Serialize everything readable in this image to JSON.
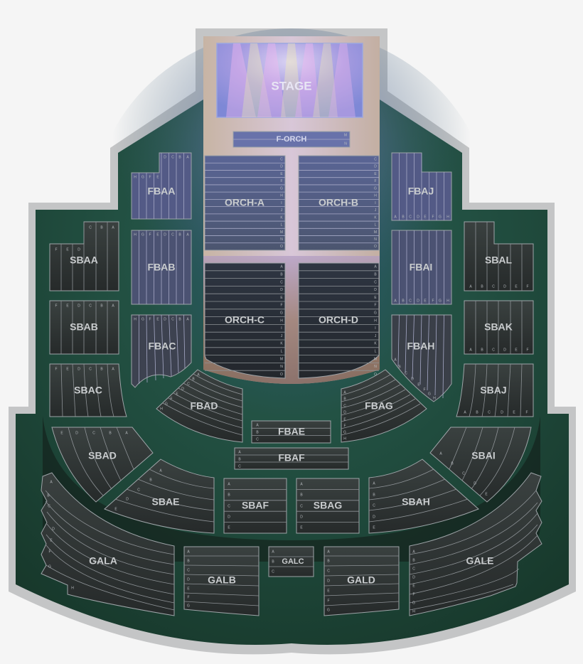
{
  "venue_map": {
    "stage": {
      "label": "STAGE"
    },
    "colors": {
      "background": "#f5f5f5",
      "outer_border": "#c4c5c6",
      "floor_green": "#1f4a3a",
      "floor_dark_green": "#12291f",
      "orchestra_blue_section": "#5a6599",
      "orchestra_dark_section": "#2a2e33",
      "section_fill_dark": "#2e3532",
      "stage_purple": "#9d8cd8",
      "wood_floor": "#b59a84",
      "label_text": "#c9ccce"
    },
    "sections": {
      "f_orch": {
        "label": "F-ORCH",
        "rows": [
          "M",
          "N"
        ]
      },
      "orch_a": {
        "label": "ORCH-A",
        "rows": [
          "C",
          "D",
          "E",
          "F",
          "G",
          "H",
          "I",
          "J",
          "K",
          "L",
          "M",
          "N",
          "O"
        ]
      },
      "orch_b": {
        "label": "ORCH-B",
        "rows": [
          "C",
          "D",
          "E",
          "F",
          "G",
          "H",
          "I",
          "J",
          "K",
          "L",
          "M",
          "N",
          "O"
        ]
      },
      "orch_c": {
        "label": "ORCH-C",
        "rows": [
          "A",
          "B",
          "C",
          "D",
          "E",
          "F",
          "G",
          "H",
          "I",
          "J",
          "K",
          "L",
          "M",
          "N",
          "O"
        ]
      },
      "orch_d": {
        "label": "ORCH-D",
        "rows": [
          "A",
          "B",
          "C",
          "D",
          "E",
          "F",
          "G",
          "H",
          "I",
          "J",
          "K",
          "L",
          "M",
          "N",
          "O"
        ]
      },
      "fbaa": {
        "label": "FBAA",
        "rows": [
          "H",
          "G",
          "F",
          "E",
          "D",
          "C",
          "B",
          "A"
        ]
      },
      "fbab": {
        "label": "FBAB",
        "rows": [
          "H",
          "G",
          "F",
          "E",
          "D",
          "C",
          "B",
          "A"
        ]
      },
      "fbac": {
        "label": "FBAC",
        "rows": [
          "H",
          "G",
          "F",
          "E",
          "D",
          "C",
          "B",
          "A"
        ]
      },
      "fbad": {
        "label": "FBAD",
        "rows": [
          "A",
          "B",
          "C",
          "D",
          "E",
          "F",
          "G",
          "H"
        ]
      },
      "fbae": {
        "label": "FBAE",
        "rows": [
          "A",
          "B",
          "C"
        ]
      },
      "fbaf": {
        "label": "FBAF",
        "rows": [
          "A",
          "B",
          "C"
        ]
      },
      "fbag": {
        "label": "FBAG",
        "rows": [
          "A",
          "B",
          "C",
          "D",
          "E",
          "F",
          "G",
          "H"
        ]
      },
      "fbah": {
        "label": "FBAH",
        "rows": [
          "A",
          "B",
          "C",
          "D",
          "E",
          "F",
          "G",
          "H"
        ]
      },
      "fbai": {
        "label": "FBAI",
        "rows": [
          "A",
          "B",
          "C",
          "D",
          "E",
          "F",
          "G",
          "H"
        ]
      },
      "fbaj": {
        "label": "FBAJ",
        "rows": [
          "A",
          "B",
          "C",
          "D",
          "E",
          "F",
          "G",
          "H"
        ]
      },
      "sbaa": {
        "label": "SBAA",
        "rows": [
          "F",
          "E",
          "D",
          "C",
          "B",
          "A"
        ]
      },
      "sbab": {
        "label": "SBAB",
        "rows": [
          "F",
          "E",
          "D",
          "C",
          "B",
          "A"
        ]
      },
      "sbac": {
        "label": "SBAC",
        "rows": [
          "F",
          "E",
          "D",
          "C",
          "B",
          "A"
        ]
      },
      "sbad": {
        "label": "SBAD",
        "rows": [
          "E",
          "D",
          "C",
          "B",
          "A"
        ]
      },
      "sbae": {
        "label": "SBAE",
        "rows": [
          "A",
          "B",
          "C",
          "D",
          "E"
        ]
      },
      "sbaf": {
        "label": "SBAF",
        "rows": [
          "A",
          "B",
          "C",
          "D",
          "E"
        ]
      },
      "sbag": {
        "label": "SBAG",
        "rows": [
          "A",
          "B",
          "C",
          "D",
          "E"
        ]
      },
      "sbah": {
        "label": "SBAH",
        "rows": [
          "A",
          "B",
          "C",
          "D",
          "E"
        ]
      },
      "sbai": {
        "label": "SBAI",
        "rows": [
          "A",
          "B",
          "C",
          "D",
          "E"
        ]
      },
      "sbaj": {
        "label": "SBAJ",
        "rows": [
          "A",
          "B",
          "C",
          "D",
          "E",
          "F"
        ]
      },
      "sbak": {
        "label": "SBAK",
        "rows": [
          "A",
          "B",
          "C",
          "D",
          "E",
          "F"
        ]
      },
      "sbal": {
        "label": "SBAL",
        "rows": [
          "A",
          "B",
          "C",
          "D",
          "E",
          "F"
        ]
      },
      "gala": {
        "label": "GALA",
        "rows": [
          "A",
          "B",
          "C",
          "D",
          "E",
          "F",
          "G",
          "H"
        ]
      },
      "galb": {
        "label": "GALB",
        "rows": [
          "A",
          "B",
          "C",
          "D",
          "E",
          "F",
          "G"
        ]
      },
      "galc": {
        "label": "GALC",
        "rows": [
          "A",
          "B",
          "C"
        ]
      },
      "gald": {
        "label": "GALD",
        "rows": [
          "A",
          "B",
          "C",
          "D",
          "E",
          "F",
          "G"
        ]
      },
      "gale": {
        "label": "GALE",
        "rows": [
          "A",
          "B",
          "C",
          "D",
          "E",
          "F",
          "G",
          "H"
        ]
      }
    }
  }
}
